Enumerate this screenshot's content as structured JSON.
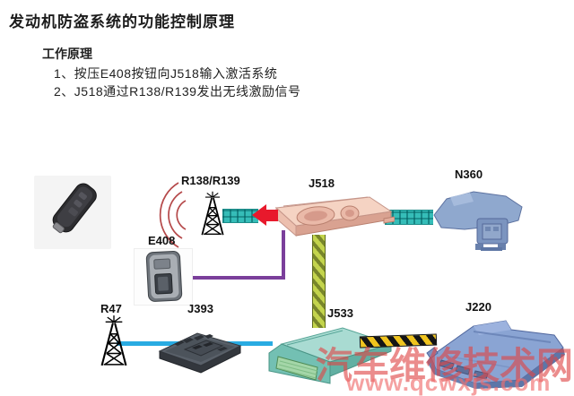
{
  "page": {
    "title": "发动机防盗系统的功能控制原理"
  },
  "working_principle": {
    "heading": "工作原理",
    "steps": [
      "1、按压E408按钮向J518输入激活系统",
      "2、J518通过R138/R139发出无线激励信号"
    ]
  },
  "diagram": {
    "labels": {
      "r138_r139": "R138/R139",
      "j518": "J518",
      "n360": "N360",
      "e408": "E408",
      "r47": "R47",
      "j393": "J393",
      "j533": "J533",
      "j220": "J220"
    },
    "icons": {
      "key_fob": "remote-key",
      "radio_waves": "signal-arcs",
      "antenna_r138_r139": "radio-tower",
      "antenna_r47": "radio-tower",
      "signal_arrow": "left-arrow"
    },
    "colors": {
      "teal_cable": "#35bdb8",
      "lime_cable": "#b9cc45",
      "hazard_cable_yellow": "#f0c41e",
      "hazard_cable_black": "#151515",
      "bus_line_blue": "#29abe2",
      "signal_line_purple": "#7b3f9b",
      "arrow_red": "#e8192c",
      "watermark_red": "#df4646",
      "module_j518": "#f5d3c3",
      "module_n360": "#8fa8ce",
      "module_j393": "#596069",
      "module_j533": "#a9dbd2",
      "module_j220": "#8aa4d3"
    }
  },
  "watermark": {
    "line1": "汽车维修技术网",
    "line2": "www.qcwxjs.com"
  }
}
